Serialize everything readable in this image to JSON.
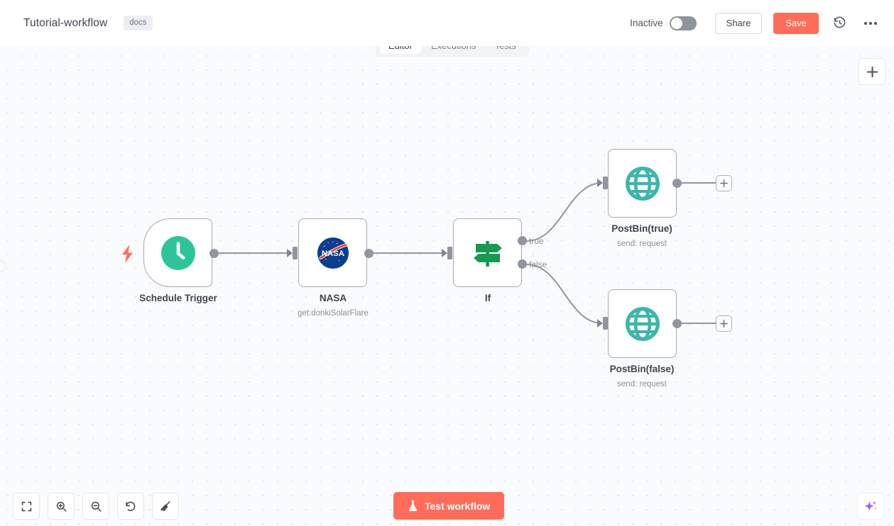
{
  "header": {
    "workflow_title": "Tutorial-workflow",
    "tag_label": "docs",
    "activation_label": "Inactive",
    "share_label": "Share",
    "save_label": "Save",
    "history_icon": "history-clock-icon",
    "more_icon": "ellipsis-icon",
    "save_color": "#ff6d5a"
  },
  "tabs": [
    {
      "label": "Editor",
      "active": true
    },
    {
      "label": "Executions",
      "active": false
    },
    {
      "label": "Tests",
      "active": false
    }
  ],
  "canvas": {
    "background": "#fafbfc",
    "add_node_icon": "plus-icon",
    "sidebar_handle_icon": "sidebar-toggle-icon"
  },
  "nodes": [
    {
      "id": "schedule-trigger",
      "name": "Schedule Trigger",
      "subtitle": "",
      "icon": "clock-icon",
      "icon_color": "#2ec49a",
      "type": "trigger",
      "trigger_icon": "lightning-bolt-icon",
      "trigger_icon_color": "#ff6d5a"
    },
    {
      "id": "nasa",
      "name": "NASA",
      "subtitle": "get:donkiSolarFlare",
      "icon": "nasa-logo-icon",
      "icon_color": "#0b3d91",
      "type": "action"
    },
    {
      "id": "if",
      "name": "If",
      "subtitle": "",
      "icon": "signpost-icon",
      "icon_color": "#0f8a4a",
      "type": "conditional",
      "outputs": [
        "true",
        "false"
      ]
    },
    {
      "id": "postbin-true",
      "name": "PostBin(true)",
      "subtitle": "send: request",
      "icon": "globe-icon",
      "icon_color": "#3db6ac",
      "type": "action"
    },
    {
      "id": "postbin-false",
      "name": "PostBin(false)",
      "subtitle": "send: request",
      "icon": "globe-icon",
      "icon_color": "#3db6ac",
      "type": "action"
    }
  ],
  "connections": [
    {
      "from": "schedule-trigger",
      "to": "nasa",
      "label": ""
    },
    {
      "from": "nasa",
      "to": "if",
      "label": ""
    },
    {
      "from": "if",
      "to": "postbin-true",
      "label": "true"
    },
    {
      "from": "if",
      "to": "postbin-false",
      "label": "false"
    }
  ],
  "toolbar": {
    "buttons": [
      {
        "name": "zoom-to-fit",
        "icon": "fit-screen-icon"
      },
      {
        "name": "zoom-in",
        "icon": "magnifier-plus-icon"
      },
      {
        "name": "zoom-out",
        "icon": "magnifier-minus-icon"
      },
      {
        "name": "reset-zoom",
        "icon": "undo-arrow-icon"
      },
      {
        "name": "tidy-up",
        "icon": "broom-icon"
      }
    ],
    "test_workflow_label": "Test workflow",
    "test_workflow_icon": "flask-icon",
    "test_workflow_color": "#ff6d5a",
    "ai_assistant_icon": "sparkles-icon"
  }
}
